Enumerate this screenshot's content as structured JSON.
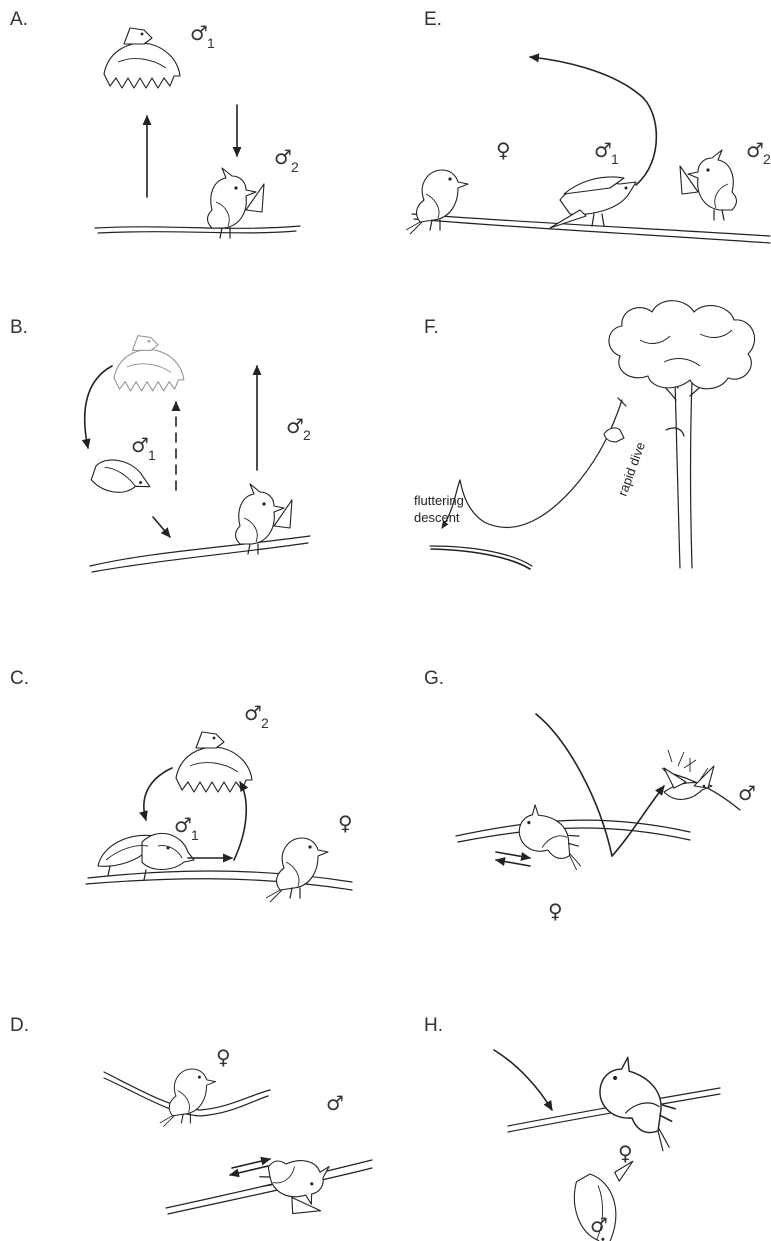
{
  "panels": {
    "A": {
      "label": "A.",
      "male": "♂",
      "sub1": "1",
      "sub2": "2"
    },
    "B": {
      "label": "B.",
      "male": "♂",
      "sub1": "1",
      "sub2": "2"
    },
    "C": {
      "label": "C.",
      "male": "♂",
      "female": "♀",
      "sub1": "1",
      "sub2": "2"
    },
    "D": {
      "label": "D.",
      "male": "♂",
      "female": "♀"
    },
    "E": {
      "label": "E.",
      "male": "♂",
      "female": "♀",
      "sub1": "1",
      "sub2": "2"
    },
    "F": {
      "label": "F.",
      "caption_rapid": "rapid dive",
      "caption_flutter_1": "fluttering",
      "caption_flutter_2": "descent"
    },
    "G": {
      "label": "G.",
      "male": "♂",
      "female": "♀"
    },
    "H": {
      "label": "H.",
      "male": "♂",
      "female": "♀"
    }
  }
}
